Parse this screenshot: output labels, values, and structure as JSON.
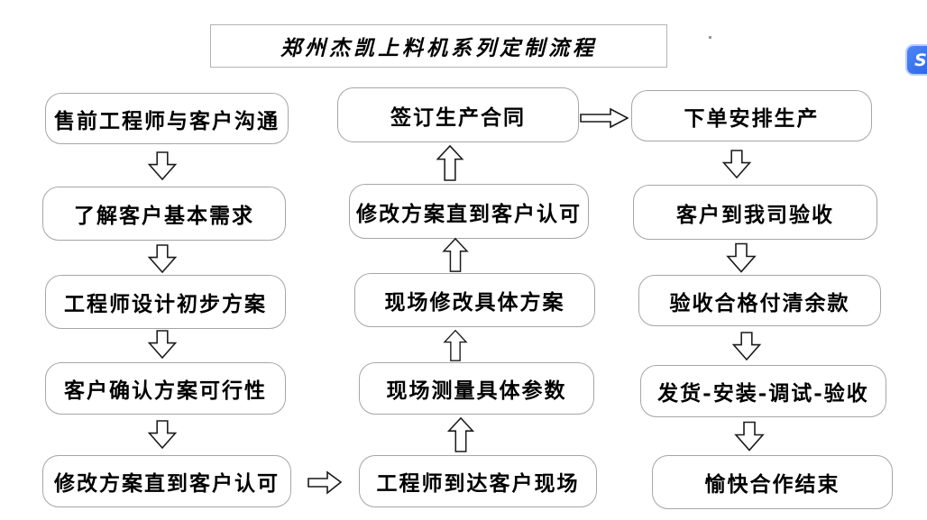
{
  "title": "郑州杰凯上料机系列定制流程",
  "flow": {
    "left": [
      "售前工程师与客户沟通",
      "了解客户基本需求",
      "工程师设计初步方案",
      "客户确认方案可行性",
      "修改方案直到客户认可"
    ],
    "middle": [
      "签订生产合同",
      "修改方案直到客户认可",
      "现场修改具体方案",
      "现场测量具体参数",
      "工程师到达客户现场"
    ],
    "right": [
      "下单安排生产",
      "客户到我司验收",
      "验收合格付清余款",
      "发货-安装-调试-验收",
      "愉快合作结束"
    ]
  },
  "float_icon": {
    "glyph": "S"
  },
  "colors": {
    "box_border": "#a6a6a6",
    "arrow_stroke": "#1a1a1a",
    "icon_blue": "#2b63ea",
    "text": "#000000"
  }
}
